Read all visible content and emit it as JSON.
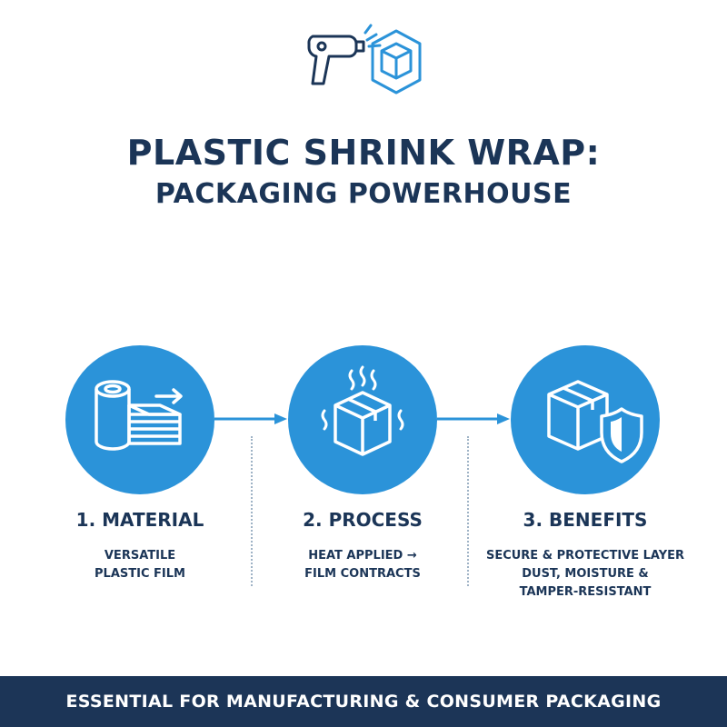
{
  "header": {
    "title_line1": "PLASTIC SHRINK WRAP:",
    "title_line2": "PACKAGING POWERHOUSE"
  },
  "colors": {
    "navy": "#1b3557",
    "blue": "#2b93d9",
    "footer": "#1c3557"
  },
  "steps": [
    {
      "title": "1. MATERIAL",
      "icon": "film-roll-icon",
      "lines": [
        "VERSATILE",
        "PLASTIC FILM"
      ]
    },
    {
      "title": "2. PROCESS",
      "icon": "heated-box-icon",
      "lines": [
        "HEAT APPLIED →",
        "FILM CONTRACTS"
      ]
    },
    {
      "title": "3. BENEFITS",
      "icon": "box-shield-icon",
      "lines": [
        "SECURE & PROTECTIVE LAYER",
        "DUST, MOISTURE &",
        "TAMPER-RESISTANT"
      ]
    }
  ],
  "footer": {
    "text": "ESSENTIAL FOR MANUFACTURING & CONSUMER PACKAGING"
  }
}
